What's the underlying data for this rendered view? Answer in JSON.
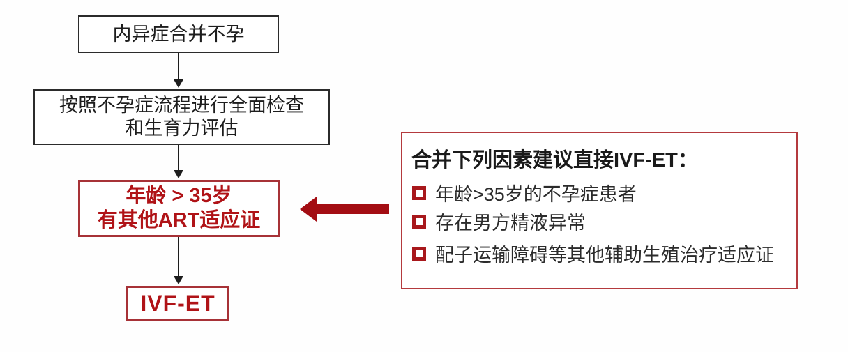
{
  "flowchart": {
    "nodes": {
      "start": {
        "label": "内异症合并不孕"
      },
      "exam": {
        "line1": "按照不孕症流程进行全面检查",
        "line2": "和生育力评估"
      },
      "criteria": {
        "line1": "年龄 > 35岁",
        "line2": "有其他ART适应证"
      },
      "ivf": {
        "label": "IVF-ET"
      }
    }
  },
  "panel": {
    "title": "合并下列因素建议直接IVF-ET：",
    "items": [
      "年龄>35岁的不孕症患者",
      "存在男方精液异常",
      "配子运输障碍等其他辅助生殖治疗适应证"
    ]
  },
  "colors": {
    "black_box_border": "#2b2b2b",
    "red_box_border": "#a73237",
    "red_text": "#b01317",
    "panel_border": "#b43a3e",
    "bullet_square": "#a8181c",
    "big_arrow": "#a30d13",
    "body_text": "#2b2b2b",
    "background": "#ffffff"
  }
}
